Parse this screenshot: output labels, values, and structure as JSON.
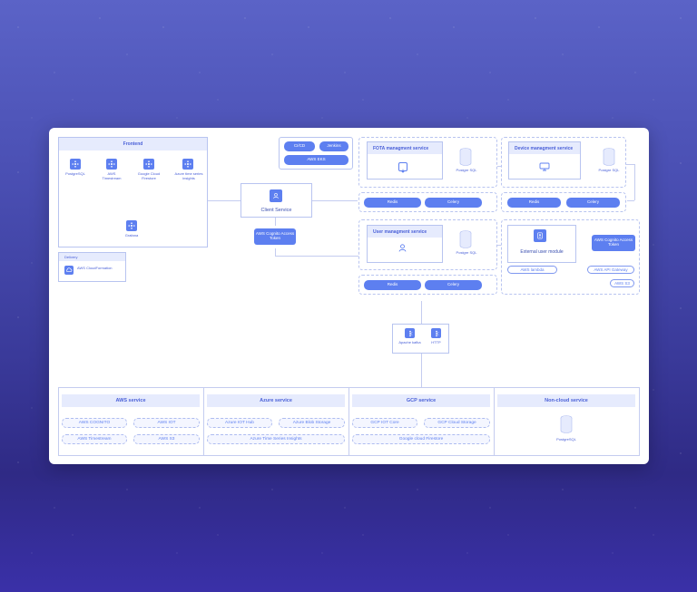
{
  "frontend": {
    "title": "Frontend",
    "items": [
      {
        "label": "PostgreSQL",
        "icon": "cluster-icon"
      },
      {
        "label": "AWS Timestream",
        "icon": "cluster-icon"
      },
      {
        "label": "Google Cloud Firestore",
        "icon": "cluster-icon"
      },
      {
        "label": "Azure time series insights",
        "icon": "cluster-icon"
      }
    ],
    "grafana": "Grafana"
  },
  "delivery": {
    "title": "Delivery",
    "item": "AWS CloudFormation"
  },
  "cicd": {
    "cicd": "CI/CD",
    "jenkins": "Jenkins",
    "eks": "AWS EKS"
  },
  "client": {
    "label": "Client Service",
    "cognito": "AWS Cognito Access Token"
  },
  "fota": {
    "title": "FOTA managment service",
    "db": "Postgre SQL",
    "redis": "Redis",
    "celery": "Celery"
  },
  "device": {
    "title": "Device managment service",
    "db": "Postgre SQL",
    "redis": "Redis",
    "celery": "Celery"
  },
  "user": {
    "title": "User managment service",
    "db": "Postgre SQL",
    "redis": "Redis",
    "celery": "Celery"
  },
  "external": {
    "title": "External user module",
    "cognito": "AWS Cognito Access Token",
    "lambda": "AWS lambda",
    "gateway": "AWS API Gateway",
    "s3": "AWS S3"
  },
  "queue": {
    "kafka": "Apache kafka",
    "http": "HTTP"
  },
  "aws": {
    "title": "AWS service",
    "items": [
      "AWS COGNITO",
      "AWS IOT",
      "AWS Timestream",
      "AWS S3"
    ]
  },
  "azure": {
    "title": "Azure service",
    "items": [
      "Azure IOT Hub",
      "Azure Blob Storage",
      "Azure Time Series Insights"
    ]
  },
  "gcp": {
    "title": "GCP service",
    "items": [
      "GCP IOT Core",
      "GCP Cloud Storage",
      "Google cloud Firestore"
    ]
  },
  "noncloud": {
    "title": "Non-cloud service",
    "db": "PostgreSQL"
  },
  "colors": {
    "accent": "#5d7ff0",
    "header": "#e6ebfd",
    "border": "#b8c4f0"
  }
}
